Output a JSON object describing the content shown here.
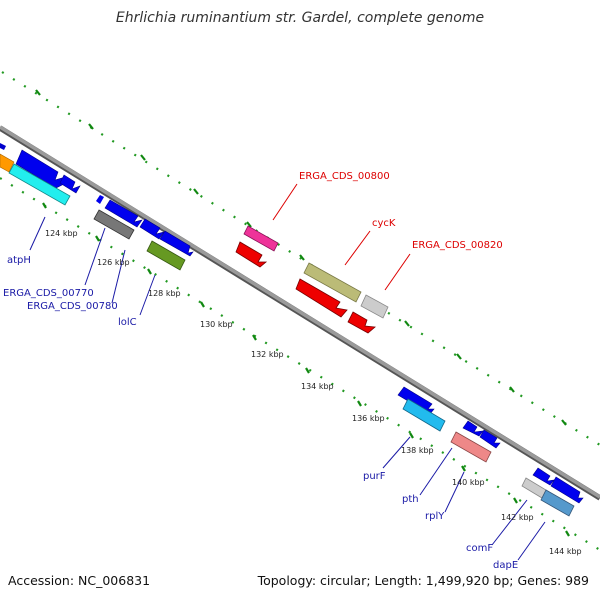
{
  "title": "Ehrlichia ruminantium str. Gardel, complete genome",
  "footer": {
    "accession": "Accession: NC_006831",
    "summary": "Topology: circular; Length: 1,499,920 bp; Genes: 989"
  },
  "tick_labels": {
    "t124": "124 kbp",
    "t126": "126 kbp",
    "t128": "128 kbp",
    "t130": "130 kbp",
    "t132": "132 kbp",
    "t134": "134 kbp",
    "t136": "136 kbp",
    "t138": "138 kbp",
    "t140": "140 kbp",
    "t142": "142 kbp",
    "t144": "144 kbp"
  },
  "gene_labels": {
    "atpH": "atpH",
    "ERGA_CDS_00770": "ERGA_CDS_00770",
    "ERGA_CDS_00780": "ERGA_CDS_00780",
    "lolC": "lolC",
    "ERGA_CDS_00800": "ERGA_CDS_00800",
    "cycK": "cycK",
    "ERGA_CDS_00820": "ERGA_CDS_00820",
    "purF": "purF",
    "pth": "pth",
    "rplY": "rplY",
    "comF": "comF",
    "dapE": "dapE"
  },
  "colors": {
    "backbone": "#8c8c8c",
    "dots": "#229922",
    "ticks": "#118811",
    "label_blue": "#1a1aa6",
    "label_red": "#dd0000",
    "gene_blue": "#0000ee",
    "gene_red": "#ee0000",
    "gene_cyan": "#22eeee",
    "gene_sky": "#22bbee",
    "gene_gray": "#777777",
    "gene_olive": "#669922",
    "gene_magenta": "#ee3399",
    "gene_khaki": "#bbbb77",
    "gene_lightgray": "#cccccc",
    "gene_salmon": "#ee8888",
    "gene_steel": "#5599cc",
    "gene_orange": "#ff9900"
  }
}
